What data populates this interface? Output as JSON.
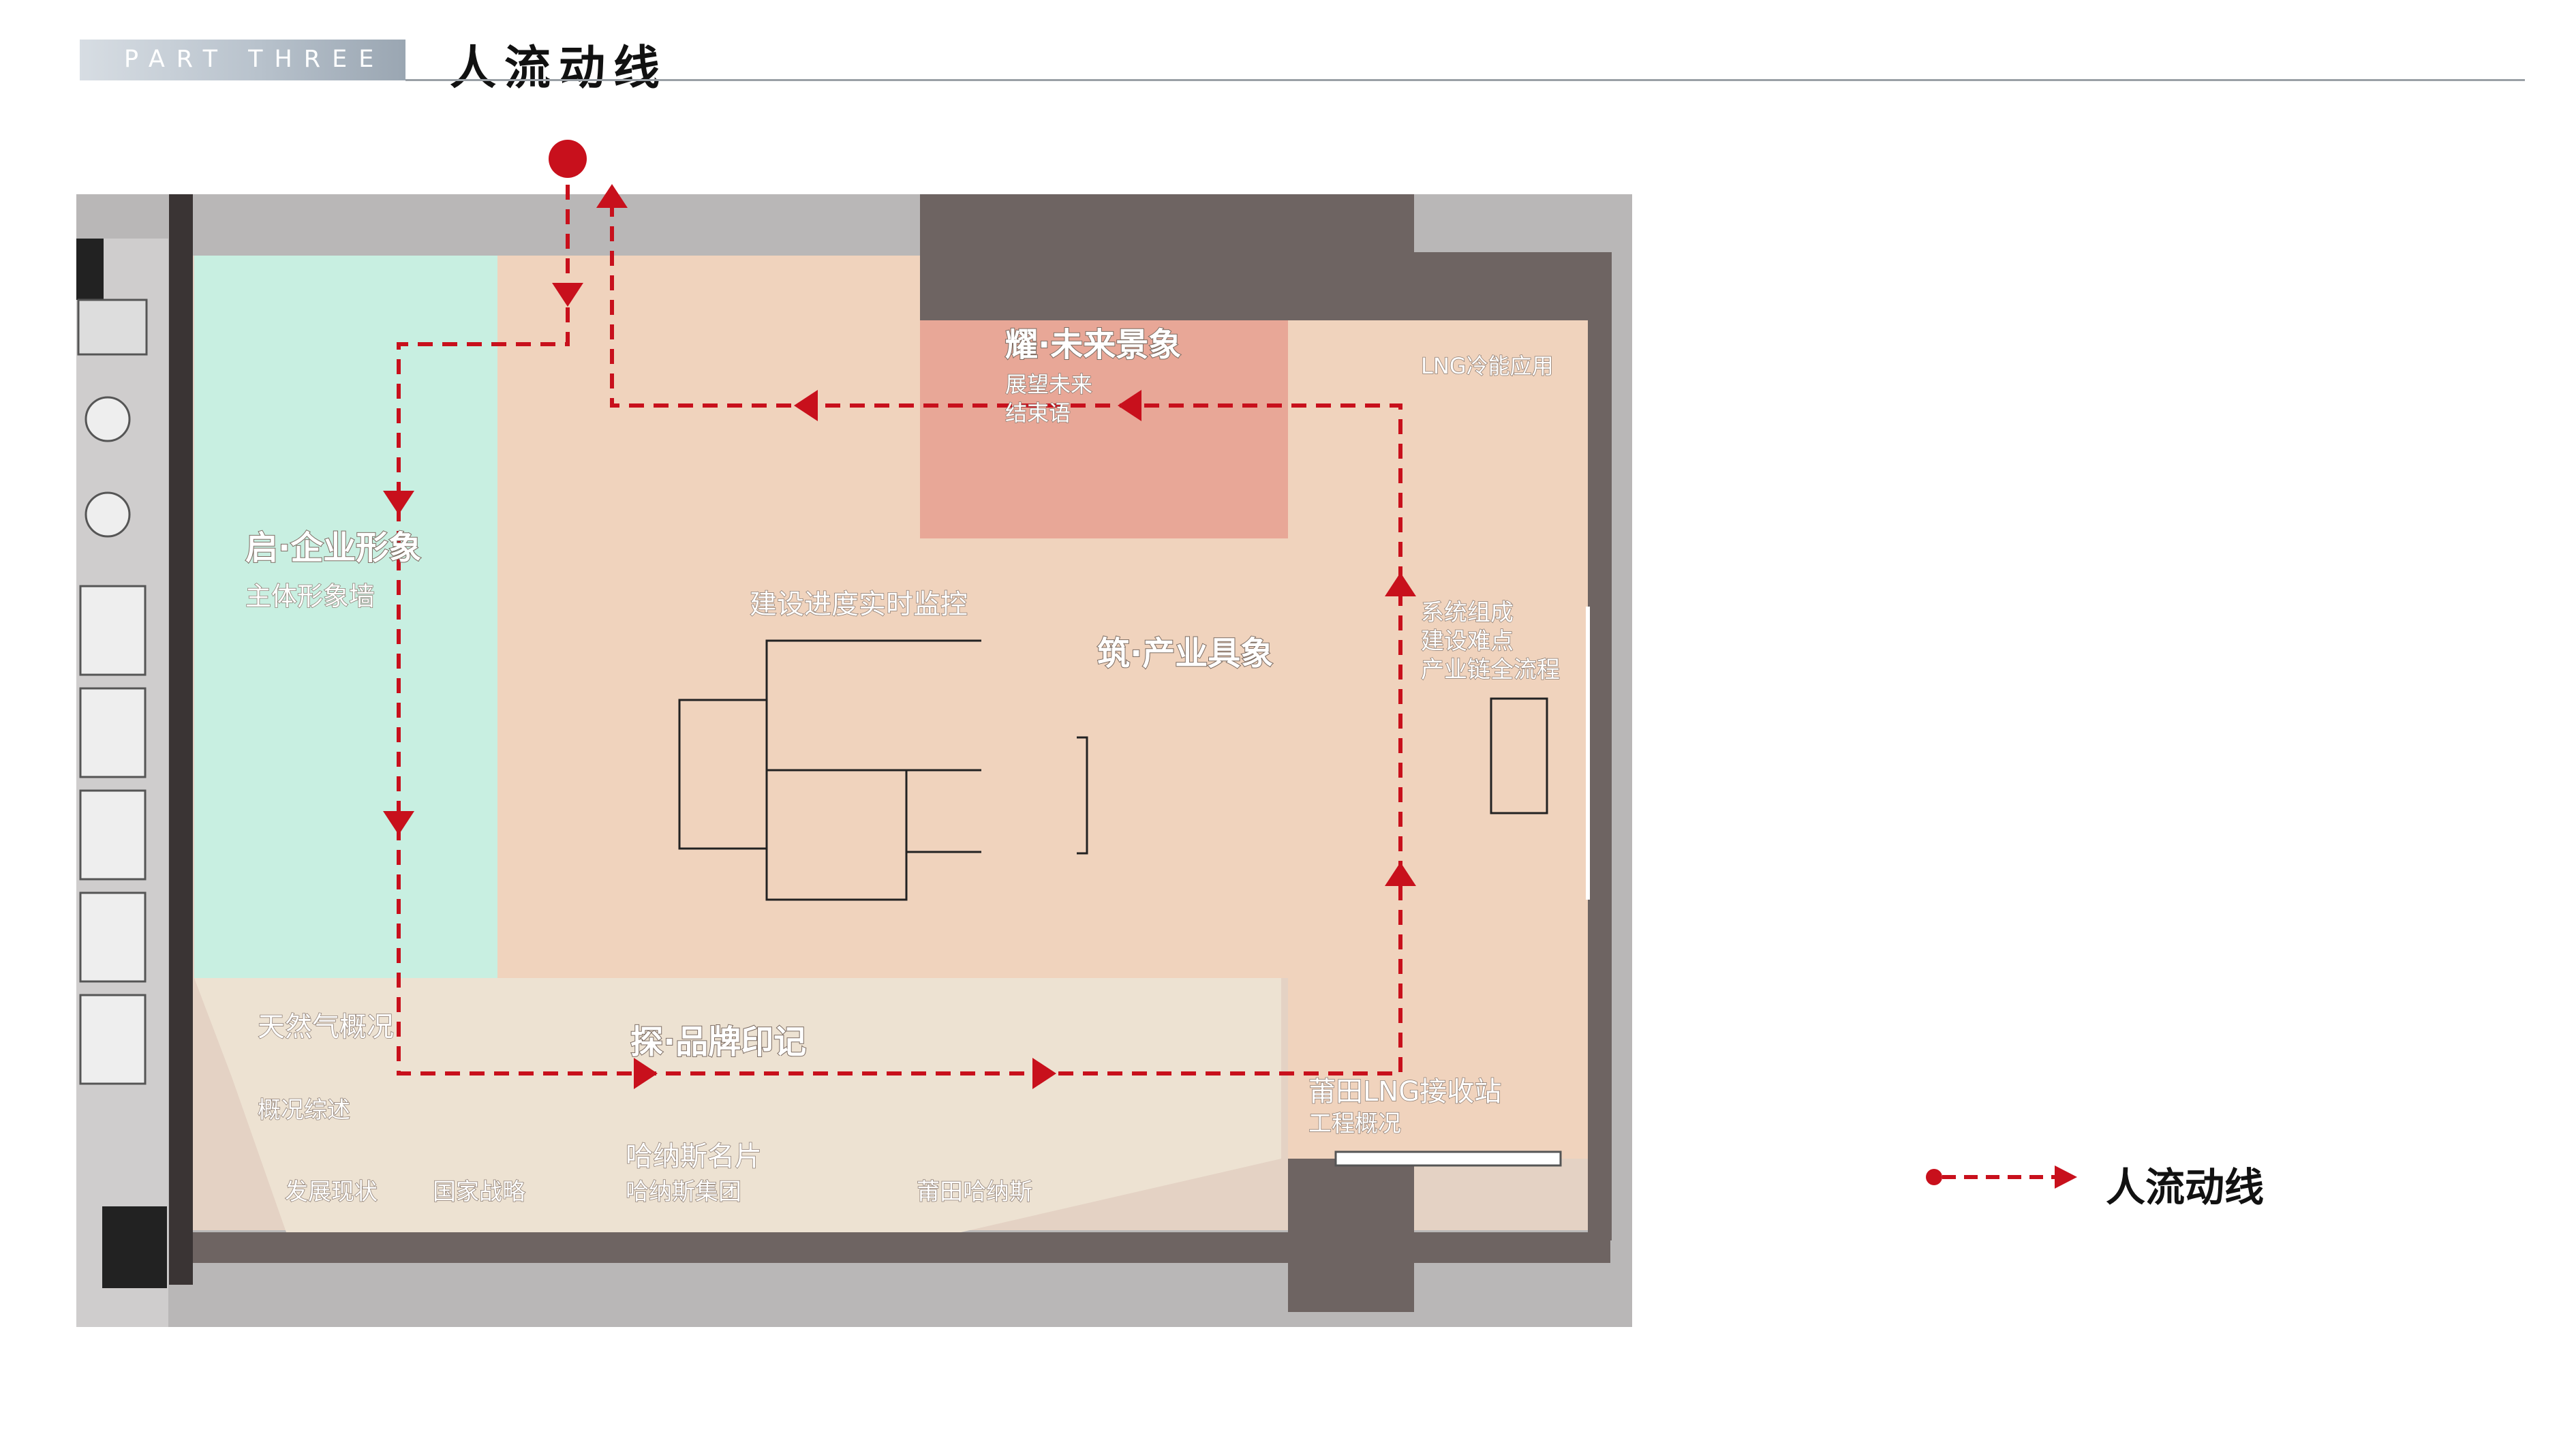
{
  "header": {
    "tag": "PART THREE",
    "title": "人流动线"
  },
  "zones": {
    "qi": {
      "title": "启·企业形象",
      "sub": "主体形象墙"
    },
    "zhu": {
      "title": "筑·产业具象"
    },
    "yao": {
      "title": "耀·未来景象",
      "sub1": "展望未来",
      "sub2": "结束语"
    },
    "tan": {
      "title": "探·品牌印记"
    }
  },
  "labels": {
    "monitor": "建设进度实时监控",
    "lng_app": "LNG冷能应用",
    "sys1": "系统组成",
    "sys2": "建设难点",
    "sys3": "产业链全流程",
    "gas": "天然气概况",
    "gas_sub": "概况综述",
    "develop": "发展现状",
    "strategy": "国家战略",
    "hanas_card": "哈纳斯名片",
    "hanas_group": "哈纳斯集团",
    "putian_hanas": "莆田哈纳斯",
    "putian_lng": "莆田LNG接收站",
    "project": "工程概况"
  },
  "legend": {
    "label": "人流动线",
    "color": "#c8101c"
  },
  "colors": {
    "flow": "#c8101c",
    "qi_zone": "#c8efe1",
    "zhu_zone": "#f0d3bd",
    "yao_zone": "#e8a797",
    "tan_zone": "#ede2d2",
    "wall": "#6e6462",
    "frame": "#b9b7b7"
  }
}
